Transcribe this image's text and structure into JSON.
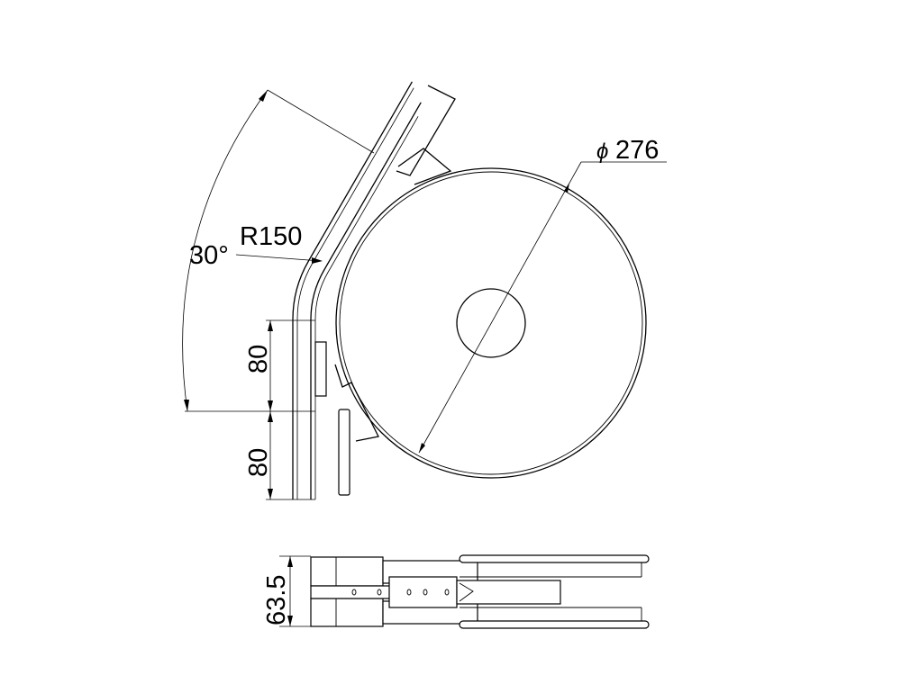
{
  "drawing": {
    "top_view": {
      "angle_label": "30°",
      "radius_label": "R150",
      "diameter_symbol": "ϕ",
      "diameter_value": "276",
      "straight_length_upper": "80",
      "straight_length_lower": "80"
    },
    "side_view": {
      "height_label": "63.5"
    }
  }
}
